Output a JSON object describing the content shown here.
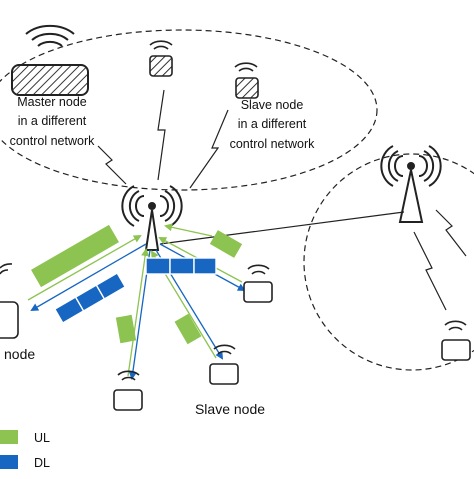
{
  "labels": {
    "master_line1": "Master node",
    "master_line2": "in a different",
    "master_line3": "control network",
    "slave_line1": "Slave node",
    "slave_line2": "in a different",
    "slave_line3": "control network",
    "left_node": "node",
    "bottom_slave": "Slave node"
  },
  "legend": {
    "ul": "UL",
    "dl": "DL"
  },
  "colors": {
    "ul": "#8dc350",
    "dl": "#1766c2",
    "line": "#222222",
    "hatch": "#333333"
  },
  "icons": {
    "base_station": "antenna-tower-icon",
    "device": "device-box-icon",
    "signal": "wifi-signal-icon",
    "link": "lightning-link-icon"
  }
}
